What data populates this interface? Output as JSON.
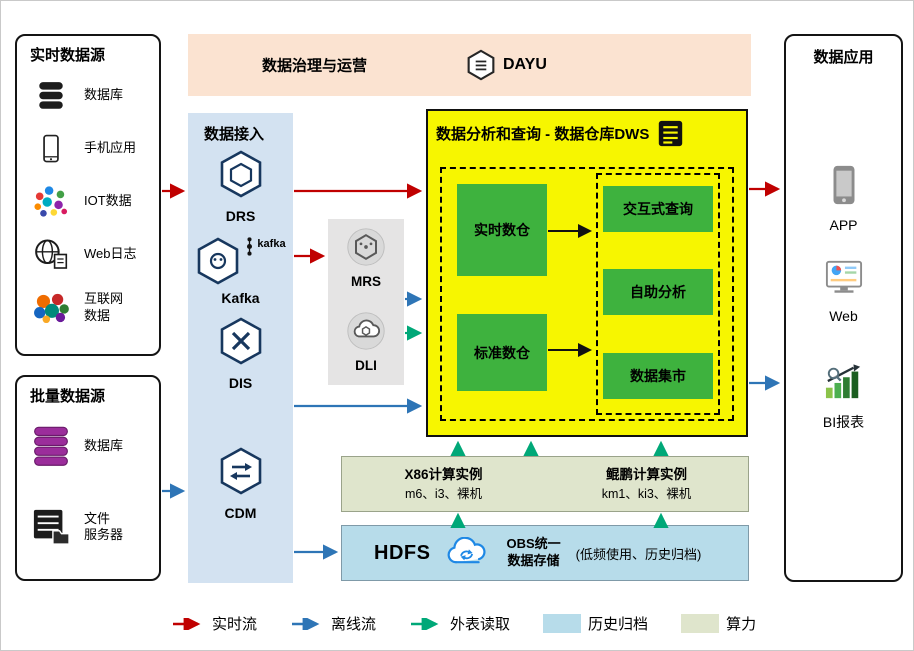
{
  "colors": {
    "flow_realtime": "#c00000",
    "flow_offline": "#2e75b6",
    "flow_external": "#00a878",
    "archive_fill": "#b7dcea",
    "compute_fill": "#dfe5cc",
    "dws_fill": "#f7f600",
    "module_green": "#3eb23e",
    "ingest_fill": "#d3e2f1",
    "governance_fill": "#fbe3d1"
  },
  "realtime_sources": {
    "title": "实时数据源",
    "items": [
      {
        "label": "数据库",
        "icon": "database-icon"
      },
      {
        "label": "手机应用",
        "icon": "phone-icon"
      },
      {
        "label": "IOT数据",
        "icon": "iot-icon"
      },
      {
        "label": "Web日志",
        "icon": "weblog-icon"
      },
      {
        "label": "互联网数据",
        "lines": [
          "互联网",
          "数据"
        ],
        "icon": "internet-data-icon"
      }
    ]
  },
  "batch_sources": {
    "title": "批量数据源",
    "items": [
      {
        "label": "数据库",
        "icon": "database-purple-icon"
      },
      {
        "label": "文件服务器",
        "lines": [
          "文件",
          "服务器"
        ],
        "icon": "file-server-icon"
      }
    ]
  },
  "governance": {
    "title": "数据治理与运营",
    "logo_text": "DAYU"
  },
  "ingest": {
    "title": "数据接入",
    "items": [
      {
        "label": "DRS"
      },
      {
        "label": "Kafka",
        "logo_text": "kafka"
      },
      {
        "label": "DIS"
      },
      {
        "label": "CDM"
      }
    ]
  },
  "mrs_dli": {
    "items": [
      {
        "label": "MRS"
      },
      {
        "label": "DLI"
      }
    ]
  },
  "dws": {
    "title": "数据分析和查询 - 数据仓库DWS",
    "left_boxes": [
      "实时数仓",
      "标准数仓"
    ],
    "right_boxes": [
      "交互式查询",
      "自助分析",
      "数据集市"
    ]
  },
  "compute": {
    "groups": [
      {
        "title": "X86计算实例",
        "subtitle": "m6、i3、裸机"
      },
      {
        "title": "鲲鹏计算实例",
        "subtitle": "km1、ki3、裸机"
      }
    ]
  },
  "storage": {
    "hdfs": "HDFS",
    "obs_line1": "OBS统一",
    "obs_line2": "数据存储",
    "note": "(低频使用、历史归档)"
  },
  "apps": {
    "title": "数据应用",
    "items": [
      {
        "label": "APP"
      },
      {
        "label": "Web"
      },
      {
        "label": "BI报表"
      }
    ]
  },
  "legend": {
    "items": [
      {
        "label": "实时流",
        "type": "arrow",
        "color": "#c00000"
      },
      {
        "label": "离线流",
        "type": "arrow",
        "color": "#2e75b6"
      },
      {
        "label": "外表读取",
        "type": "arrow",
        "color": "#00a878"
      },
      {
        "label": "历史归档",
        "type": "swatch",
        "color": "#b7dcea"
      },
      {
        "label": "算力",
        "type": "swatch",
        "color": "#dfe5cc"
      }
    ]
  }
}
